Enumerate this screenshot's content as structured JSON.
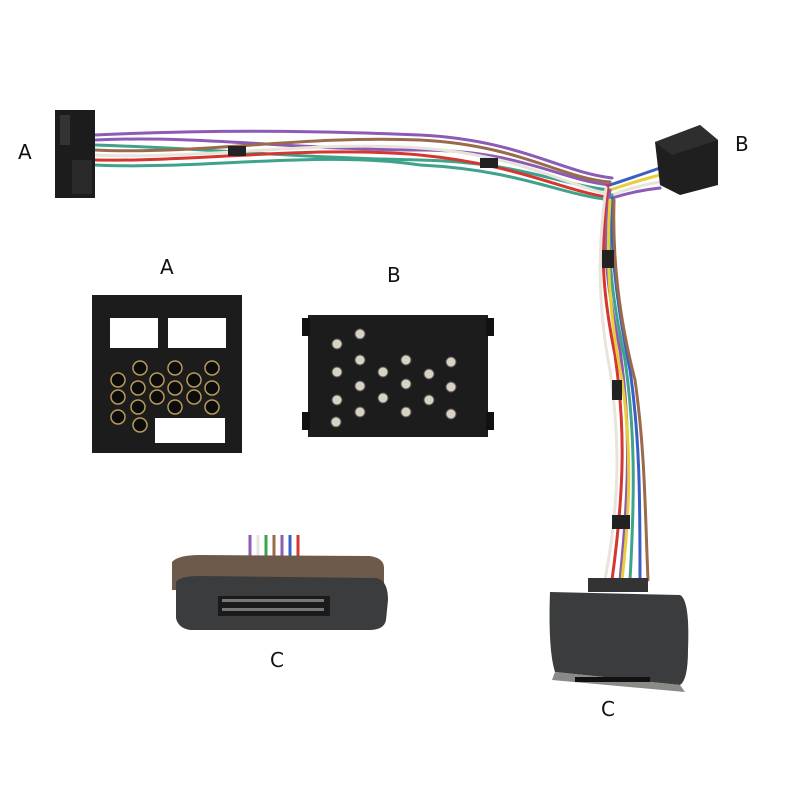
{
  "labels": {
    "harness_a": "A",
    "harness_b": "B",
    "harness_c": "C",
    "detail_a": "A",
    "detail_b": "B",
    "detail_c": "C"
  },
  "colors": {
    "connector": "#1c1c1c",
    "module_brown": "#6e5a4a",
    "module_gray": "#3a3c3e",
    "wire_purple": "#8c5bb5",
    "wire_teal": "#3fa38c",
    "wire_red": "#d4372f",
    "wire_blue": "#3a5fc4",
    "wire_yellow": "#e8cf3a",
    "wire_green": "#3aa54a",
    "wire_white": "#e8e4dc",
    "wire_brown": "#9a6a4a",
    "wire_gray": "#9aa0a0"
  },
  "detail_a": {
    "pins": 17
  },
  "detail_b": {
    "pins": 18
  }
}
